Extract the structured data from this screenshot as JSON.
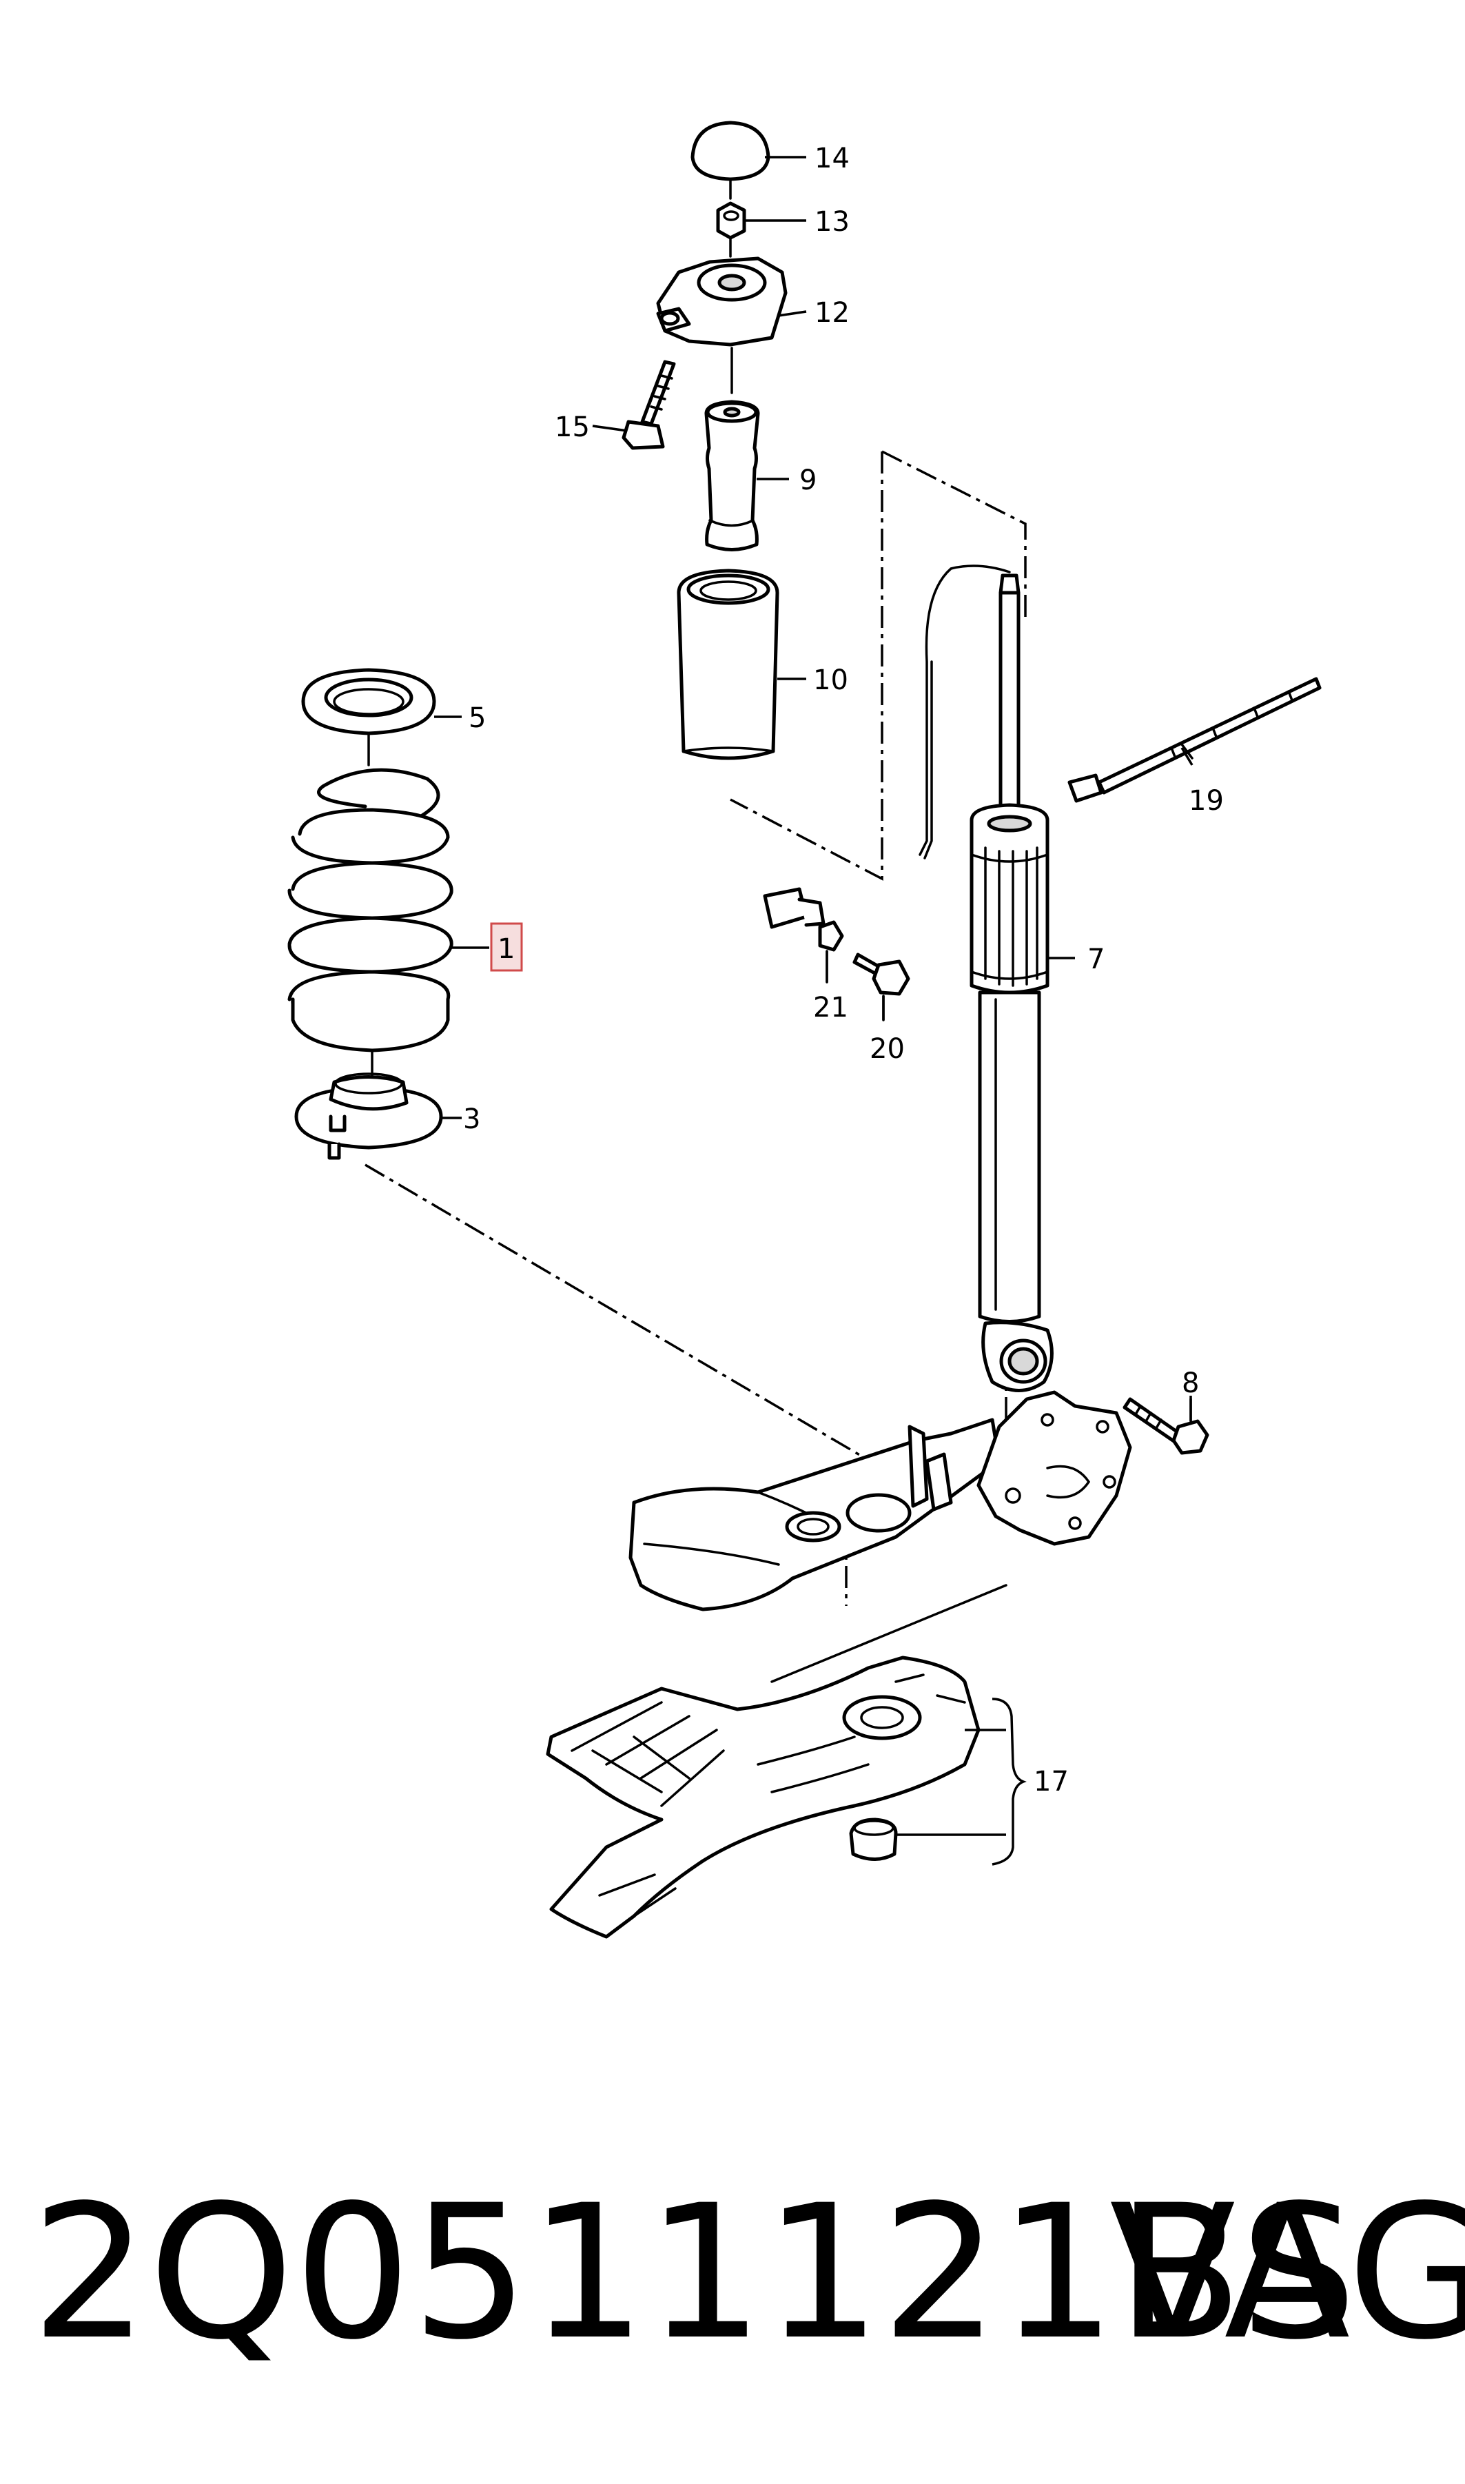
{
  "callouts": {
    "c1": "1",
    "c3": "3",
    "c5": "5",
    "c7": "7",
    "c8": "8",
    "c9": "9",
    "c10": "10",
    "c12": "12",
    "c13": "13",
    "c14": "14",
    "c15": "15",
    "c17": "17",
    "c19": "19",
    "c20": "20",
    "c21": "21"
  },
  "highlighted_callout": "1",
  "footer": {
    "part_number": "2Q0511121BS",
    "brand": "VAG"
  },
  "colors": {
    "highlight_fill": "#f6dede",
    "highlight_stroke": "#d04a4a",
    "line": "#000000",
    "background": "#ffffff"
  }
}
